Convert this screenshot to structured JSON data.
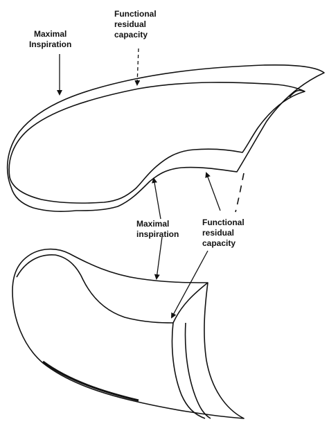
{
  "labels": {
    "top_maximal": [
      "Maximal",
      "Inspiration"
    ],
    "top_frc": [
      "Functional",
      "residual",
      "capacity"
    ],
    "bottom_maximal": [
      "Maximal",
      "inspiration"
    ],
    "bottom_frc": [
      "Functional",
      "residual",
      "capacity"
    ]
  },
  "colors": {
    "ink": "#111111",
    "background": "#ffffff"
  }
}
